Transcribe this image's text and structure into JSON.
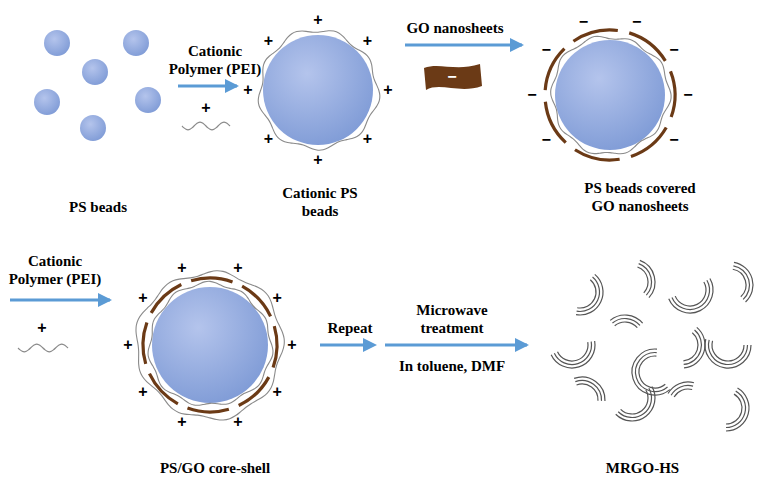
{
  "diagram": {
    "nodes": [
      {
        "text": [
          "PS beads"
        ]
      },
      {
        "text": [
          "Cationic PS beads"
        ]
      },
      {
        "text": [
          "PS beads covered GO nanosheets"
        ]
      },
      {
        "text": [
          "PS/GO core-shell"
        ]
      },
      {
        "text": [
          "MRGO-HS"
        ]
      }
    ],
    "edges": [
      {
        "from": 0,
        "to": 1,
        "arrow": "to",
        "label": "Cationic Polymer (PEI)"
      },
      {
        "from": 1,
        "to": 2,
        "arrow": "to",
        "label": "GO nanosheets"
      },
      {
        "from": 3,
        "to": 4,
        "arrow": "to",
        "label": "Microwave treatment"
      }
    ],
    "labels": [
      "Cationic Polymer (PEI)",
      "Repeat",
      "In toluene, DMF",
      "+",
      "−",
      "+",
      "+",
      "+",
      "+",
      "+",
      "+",
      "+",
      "+",
      "+",
      "−",
      "−",
      "−",
      "−",
      "−",
      "−",
      "−",
      "−",
      "+",
      "+",
      "+",
      "+",
      "+",
      "+",
      "+",
      "+",
      "+",
      "+"
    ]
  }
}
